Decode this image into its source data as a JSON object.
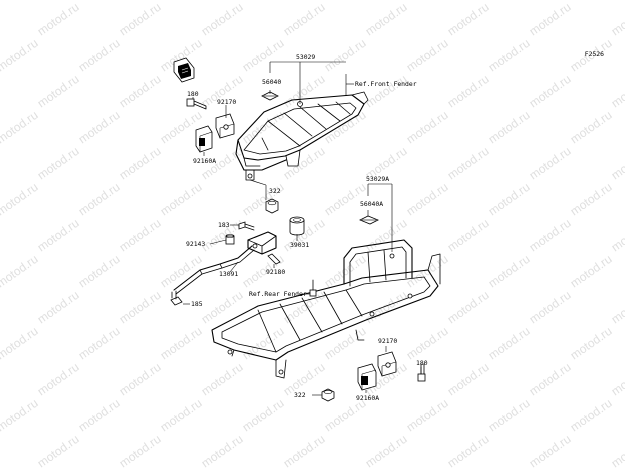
{
  "figure_code": "F2526",
  "watermark_text": "motod.ru",
  "parts": {
    "front_carrier": "53029",
    "front_label": "56040",
    "bolt_front": "180",
    "clamp_front": "92170",
    "bracket_front": "92160A",
    "ref_front": "Ref.Front Fender",
    "nut_front": "322",
    "bolt_stand": "183",
    "spacer_stand": "92143",
    "stand": "13091",
    "collar": "39031",
    "pin": "92180",
    "bolt_bottom": "185",
    "rear_carrier": "53029A",
    "rear_label": "56040A",
    "ref_rear": "Ref.Rear Fender",
    "clamp_rear": "92170",
    "bolt_rear": "180",
    "nut_rear": "322",
    "bracket_rear": "92160A"
  }
}
